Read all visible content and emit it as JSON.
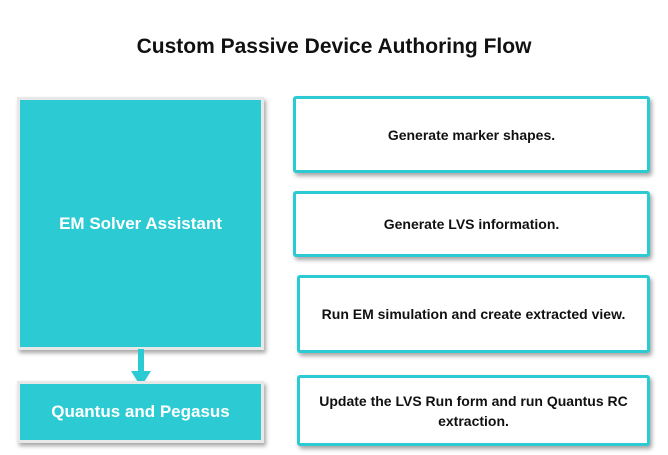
{
  "diagram": {
    "title": "Custom Passive Device Authoring Flow",
    "tools": {
      "em_solver": "EM Solver Assistant",
      "quantus": "Quantus and Pegasus"
    },
    "steps": [
      "Generate marker shapes.",
      "Generate LVS information.",
      "Run EM simulation and create extracted view.",
      "Update the LVS Run form and run Quantus RC extraction."
    ],
    "colors": {
      "accent": "#2ccbd3"
    }
  }
}
